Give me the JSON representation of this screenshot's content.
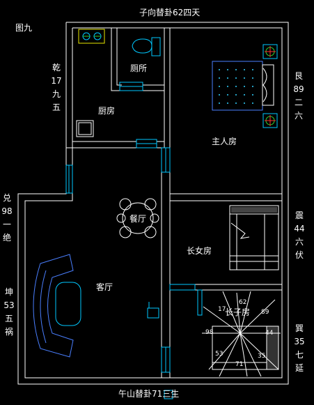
{
  "figure_label": "图九",
  "top_caption": "子向替卦62四天",
  "bottom_caption": "午山替卦71三生",
  "side_labels": {
    "qian": [
      "乾",
      "17",
      "九",
      "五"
    ],
    "gen": [
      "艮",
      "89",
      "二",
      "六"
    ],
    "dui": [
      "兑",
      "98",
      "一",
      "绝"
    ],
    "kun": [
      "坤",
      "53",
      "五",
      "祸"
    ],
    "zhen": [
      "震",
      "44",
      "六",
      "伏"
    ],
    "xun": [
      "巽",
      "35",
      "七",
      "延"
    ]
  },
  "rooms": {
    "toilet": "厕所",
    "kitchen": "厨房",
    "master_bedroom": "主人房",
    "dining": "餐厅",
    "living": "客厅",
    "eldest_daughter_room": "长女房",
    "eldest_son_room": "长子房"
  },
  "compass_numbers": [
    "17",
    "62",
    "89",
    "98",
    "44",
    "53",
    "71",
    "35"
  ],
  "colors": {
    "background": "#000000",
    "wall": "#ffffff",
    "fixture": "#00c8ff",
    "furniture": "#4a7fff",
    "compass_line": "#ffffff",
    "highlight": "#ff3030",
    "green": "#30d030",
    "yellow": "#e8e800"
  }
}
